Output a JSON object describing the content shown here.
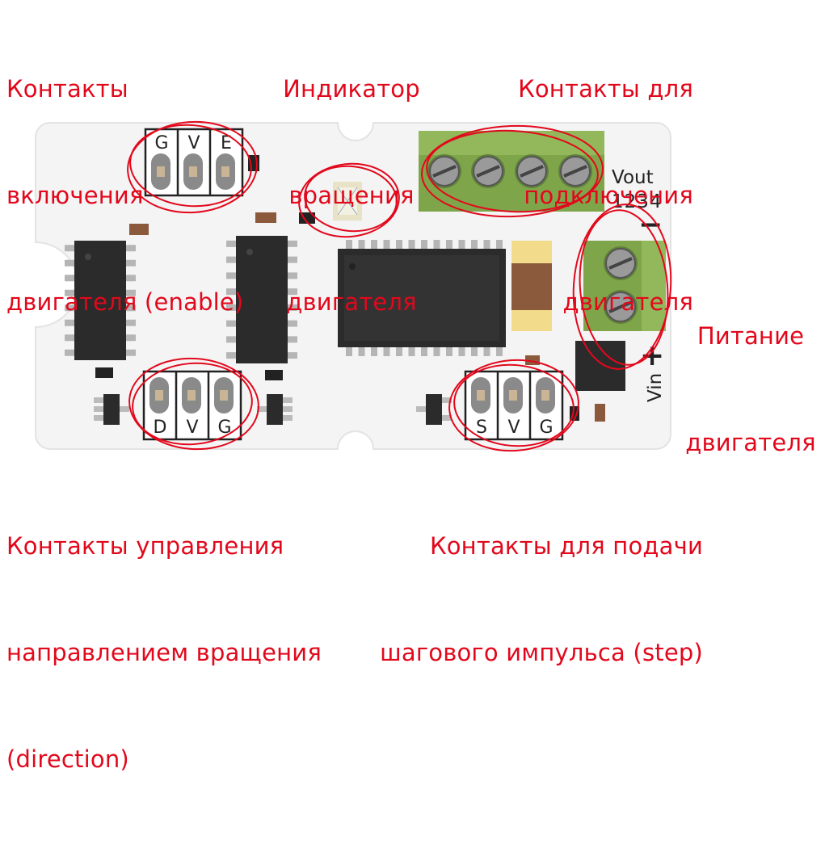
{
  "labels": {
    "enable": [
      "Контакты",
      "включения",
      "двигателя (enable)"
    ],
    "indicator": [
      "Индикатор",
      "вращения",
      "двигателя"
    ],
    "motor_contacts": [
      "Контакты для",
      "подключения",
      "двигателя"
    ],
    "power": [
      "Питание",
      "двигателя"
    ],
    "direction": [
      "Контакты управления",
      "направлением вращения",
      "(direction)"
    ],
    "step": [
      "Контакты для подачи",
      "шагового импульса (step)"
    ]
  },
  "pins": {
    "top_left": [
      "G",
      "V",
      "E"
    ],
    "bottom_left": [
      "D",
      "V",
      "G"
    ],
    "bottom_right": [
      "S",
      "V",
      "G"
    ]
  },
  "board_text": {
    "vout": "Vout",
    "numbers": "1234",
    "vin": "Vin",
    "minus": "−",
    "plus": "+"
  },
  "colors": {
    "annotation": "#e2081c",
    "board": "#f4f4f4",
    "terminal_green": "#7fa54a"
  }
}
